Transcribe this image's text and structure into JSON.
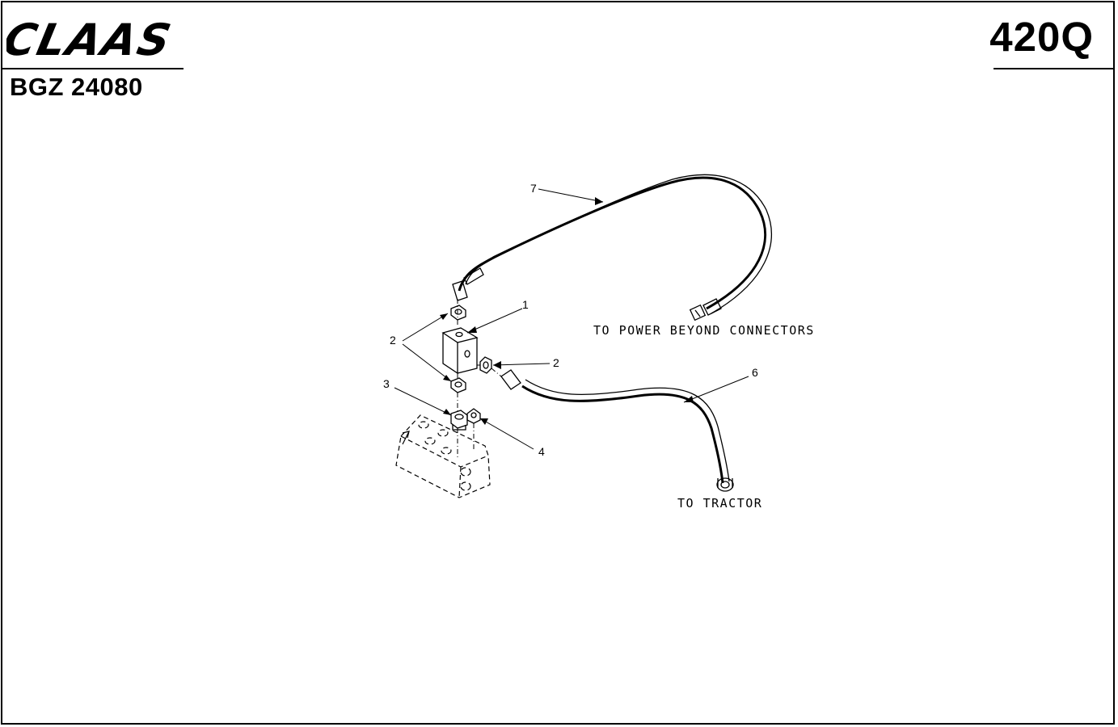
{
  "header": {
    "brand": "CLAAS",
    "doc_code": "BGZ 24080",
    "model": "420Q"
  },
  "callouts": {
    "c1": "1",
    "c2a": "2",
    "c2b": "2",
    "c3": "3",
    "c4": "4",
    "c6": "6",
    "c7": "7"
  },
  "labels": {
    "power_beyond": "TO POWER BEYOND CONNECTORS",
    "tractor": "TO TRACTOR"
  }
}
